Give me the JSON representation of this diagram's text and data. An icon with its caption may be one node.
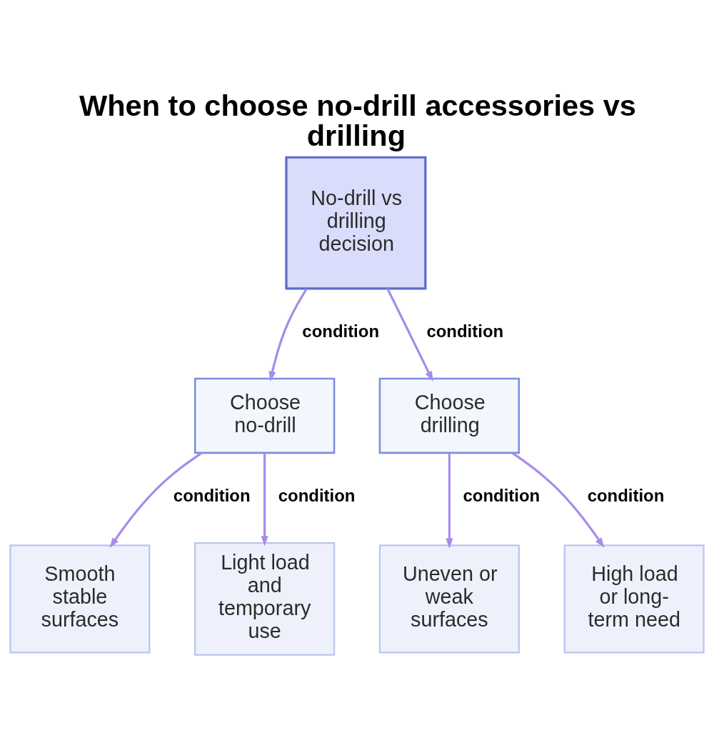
{
  "diagram": {
    "title": "When to choose no-drill accessories vs drilling",
    "nodes": [
      {
        "text": [
          "No-drill vs drilling decision"
        ]
      },
      {
        "text": [
          "Choose no-drill"
        ]
      },
      {
        "text": [
          "Choose drilling"
        ]
      },
      {
        "text": [
          "Smooth stable surfaces"
        ]
      },
      {
        "text": [
          "Light load and temporary use"
        ]
      },
      {
        "text": [
          "Uneven or weak surfaces"
        ]
      },
      {
        "text": [
          "High load or long-term need"
        ]
      }
    ],
    "edges": [
      {
        "from": 0,
        "to": 1,
        "arrow": "to",
        "label": "condition"
      },
      {
        "from": 0,
        "to": 2,
        "arrow": "to",
        "label": "condition"
      },
      {
        "from": 1,
        "to": 3,
        "arrow": "to",
        "label": "condition"
      },
      {
        "from": 1,
        "to": 4,
        "arrow": "to",
        "label": "condition"
      },
      {
        "from": 2,
        "to": 5,
        "arrow": "to",
        "label": "condition"
      },
      {
        "from": 2,
        "to": 6,
        "arrow": "to",
        "label": "condition"
      }
    ]
  }
}
